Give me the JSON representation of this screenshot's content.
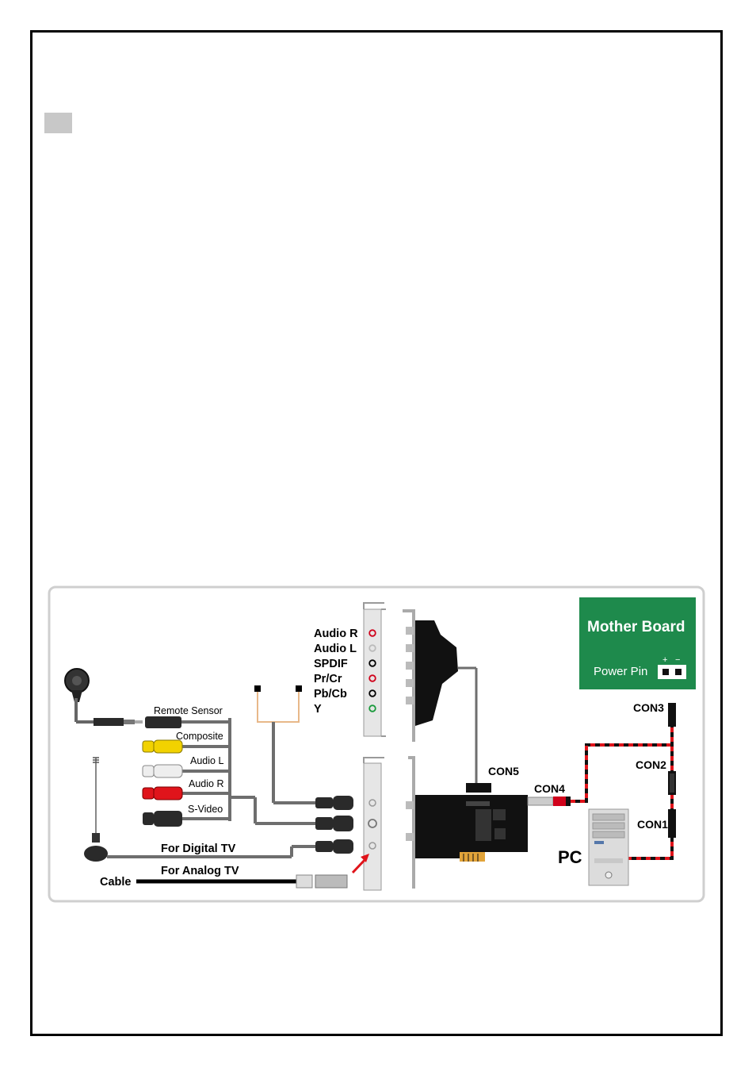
{
  "diagram": {
    "bracket_labels": [
      "Audio R",
      "Audio L",
      "SPDIF",
      "Pr/Cr",
      "Pb/Cb",
      "Y"
    ],
    "bracket_label_colors": [
      "#d0021b",
      "#bbbbbb",
      "#000000",
      "#d0021b",
      "#000000",
      "#1a9a3c"
    ],
    "cable_labels": {
      "remote_sensor": "Remote Sensor",
      "composite": "Composite",
      "audio_l": "Audio L",
      "audio_r": "Audio R",
      "s_video": "S-Video"
    },
    "tv_labels": {
      "digital": "For Digital TV",
      "analog": "For Analog TV",
      "cable": "Cable"
    },
    "connectors": {
      "con1": "CON1",
      "con2": "CON2",
      "con3": "CON3",
      "con4": "CON4",
      "con5": "CON5"
    },
    "motherboard": {
      "title": "Mother Board",
      "power_pin": "Power Pin",
      "plus": "+",
      "minus": "−",
      "color": "#1e8a4c"
    },
    "pc_label": "PC",
    "colors": {
      "cable_grey": "#6e6e6e",
      "power_red": "#e0141b",
      "rca_yellow": "#f2d200",
      "rca_white": "#eeeeee",
      "rca_red": "#e0141b"
    }
  }
}
